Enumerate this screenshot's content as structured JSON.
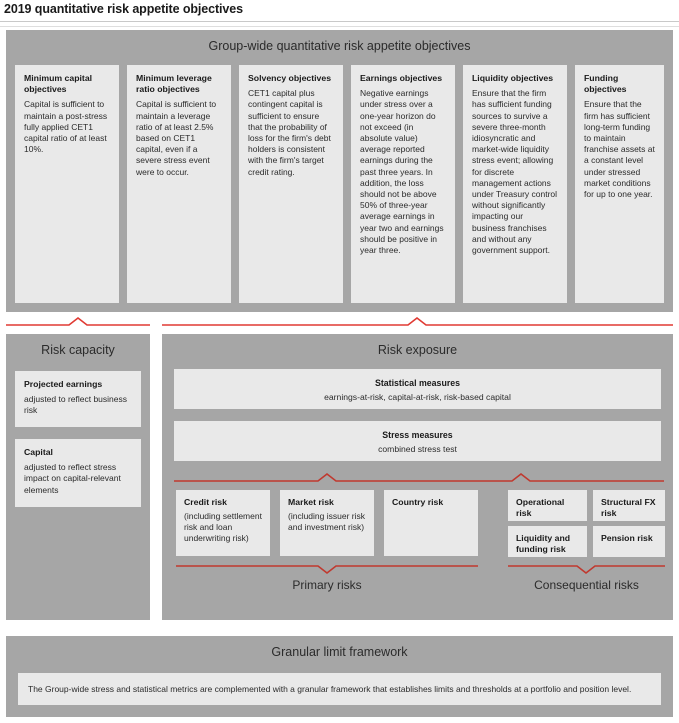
{
  "title": "2019 quantitative risk appetite objectives",
  "colors": {
    "panel_gray": "#a6a6a6",
    "card_gray": "#e9e9e9",
    "connector_red": "#e03a33",
    "text_dark": "#231f20"
  },
  "objectives": {
    "heading": "Group-wide quantitative risk appetite objectives",
    "cards": [
      {
        "title": "Minimum capital objectives",
        "body": "Capital is sufficient to maintain a post-stress fully applied CET1 capital ratio of at least 10%."
      },
      {
        "title": "Minimum leverage ratio objectives",
        "body": "Capital is sufficient to maintain a leverage ratio of at least 2.5% based on CET1 capital, even if a severe stress event were to occur."
      },
      {
        "title": "Solvency objectives",
        "body": "CET1 capital plus contingent capital is sufficient to ensure that the probability of loss for the firm's debt holders is consistent with the firm's target credit rating."
      },
      {
        "title": "Earnings objectives",
        "body": "Negative earnings under stress over a one-year horizon do not exceed (in absolute value) average reported earnings during the past three years. In addition, the loss should not be above 50% of three-year average earnings in year two and earnings should be positive in year three."
      },
      {
        "title": "Liquidity objectives",
        "body": "Ensure that the firm has sufficient funding sources to survive a severe three-month idiosyncratic and market-wide liquidity stress event; allowing for discrete management actions under Treasury control without significantly impacting our business franchises and without any government support."
      },
      {
        "title": "Funding objectives",
        "body": "Ensure that the firm has sufficient long-term funding to maintain franchise assets at a constant level under stressed market conditions for up to one year."
      }
    ]
  },
  "risk_capacity": {
    "heading": "Risk capacity",
    "cards": [
      {
        "title": "Projected earnings",
        "body": "adjusted to reflect business risk"
      },
      {
        "title": "Capital",
        "body": "adjusted to reflect stress impact on capital-relevant elements"
      }
    ]
  },
  "risk_exposure": {
    "heading": "Risk exposure",
    "measures": [
      {
        "title": "Statistical measures",
        "subtitle": "earnings-at-risk, capital-at-risk, risk-based capital"
      },
      {
        "title": "Stress measures",
        "subtitle": "combined stress test"
      }
    ],
    "primary_risks": [
      {
        "title": "Credit risk",
        "body": "(including settlement risk and loan underwriting risk)"
      },
      {
        "title": "Market risk",
        "body": "(including issuer risk and investment risk)"
      },
      {
        "title": "Country risk",
        "body": ""
      }
    ],
    "consequential_risks": [
      {
        "title": "Operational risk",
        "body": ""
      },
      {
        "title": "Structural FX risk",
        "body": ""
      },
      {
        "title": "Liquidity and funding risk",
        "body": ""
      },
      {
        "title": "Pension risk",
        "body": ""
      }
    ],
    "primary_label": "Primary risks",
    "consequential_label": "Consequential risks"
  },
  "granular": {
    "heading": "Granular limit framework",
    "text": "The Group-wide stress and statistical metrics are complemented with a granular framework that establishes limits and thresholds at a portfolio and position level."
  }
}
